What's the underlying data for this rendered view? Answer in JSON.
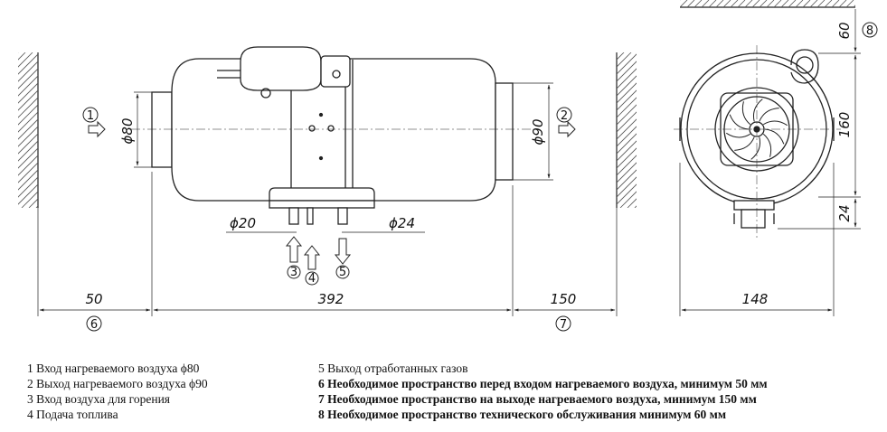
{
  "dimensions": {
    "side_gap_inlet": "50",
    "body_length": "392",
    "side_gap_outlet": "150",
    "inlet_diameter": "ϕ80",
    "outlet_diameter": "ϕ90",
    "pipe_combustion_air": "ϕ20",
    "pipe_exhaust": "ϕ24",
    "end_width": "148",
    "end_height": "160",
    "service_clearance": "60",
    "bottom_height": "24"
  },
  "callouts": [
    "1",
    "2",
    "3",
    "4",
    "5",
    "6",
    "7",
    "8"
  ],
  "legend_left": [
    "1  Вход нагреваемого воздуха ϕ80",
    "2  Выход нагреваемого воздуха ϕ90",
    "3  Вход воздуха для горения",
    "4  Подача топлива"
  ],
  "legend_right": [
    "5  Выход отработанных газов",
    "6  Необходимое пространство перед входом нагреваемого воздуха, минимум 50 мм",
    "7  Необходимое пространство на выходе нагреваемого воздуха, минимум 150 мм",
    "8  Необходимое пространство технического обслуживания минимум 60 мм"
  ],
  "colors": {
    "line": "#222222",
    "hatch": "#555555",
    "background": "#ffffff"
  }
}
